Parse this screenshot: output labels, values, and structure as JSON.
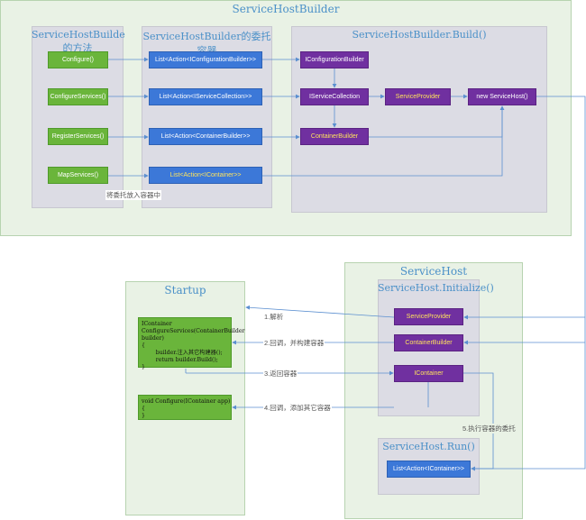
{
  "builder": {
    "title": "ServiceHostBuilder",
    "methods_title": "ServiceHostBuilde的方法",
    "delegates_title": "ServiceHostBuilder的委托容器",
    "build_title": "ServiceHostBuilder.Build()",
    "methods": [
      "Configure()",
      "ConfigureServices()",
      "RegisterServices()",
      "MapServices()"
    ],
    "delegates": [
      "List<Action<IConfigurationBuilder>>",
      "List<Action<IServiceCollection>>",
      "List<Action<ContainerBuilder>>",
      "List<Action<IContainer>>"
    ],
    "build_nodes": {
      "configuration_builder": "IConfigurationBuilder",
      "service_collection": "IServiceCollection",
      "container_builder": "ContainerBuilder",
      "service_provider": "ServiceProvider",
      "new_service_host": "new ServiceHost()"
    },
    "put_into_container_label": "将委托放入容器中"
  },
  "startup": {
    "title": "Startup",
    "code_configure_services": "IContainer\nConfigureServices(ContainerBuilder\nbuilder)\n{\n        builder.注入其它构建器();\n        return builder.Build();\n}",
    "code_configure": "void Configure(IContainer app)\n{\n}"
  },
  "service_host": {
    "title": "ServiceHost",
    "initialize_title": "ServiceHost.Initialize()",
    "run_title": "ServiceHost.Run()",
    "init_nodes": [
      "ServiceProvider",
      "ContainerBuilder",
      "IContainer"
    ],
    "run_node": "List<Action<IContainer>>"
  },
  "edge_labels": {
    "parse": "1.解析",
    "callback_build": "2.回调，并构建容器",
    "return_container": "3.返回容器",
    "callback_add": "4.回调，添加其它容器",
    "execute_delegates": "5.执行容器的委托"
  },
  "colors": {
    "green_node": "#6ab53b",
    "blue_node": "#3c78d8",
    "purple_node": "#7030a0",
    "panel_green": "#e9f2e5",
    "panel_grey": "#dcdce4",
    "title_blue": "#4a90c8",
    "arrow": "#5b8fd0"
  }
}
